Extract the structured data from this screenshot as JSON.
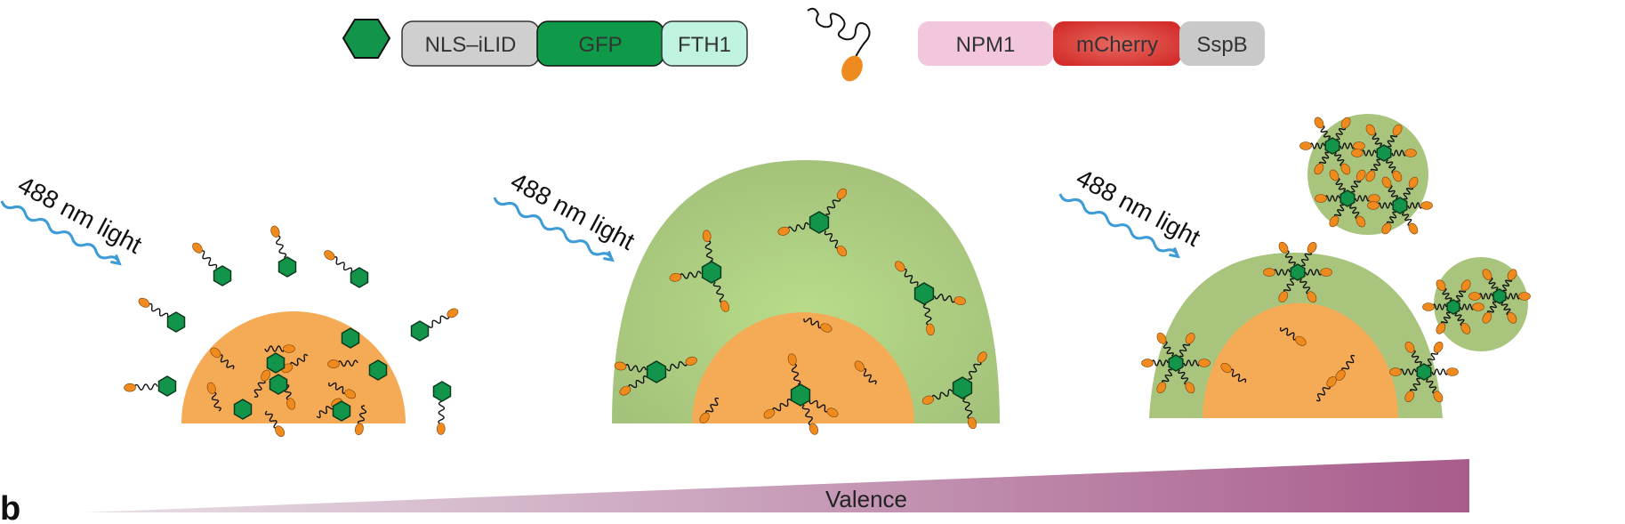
{
  "legend": {
    "construct_1": [
      "NLS–iLID",
      "GFP",
      "FTH1"
    ],
    "construct_2": [
      "NPM1",
      "mCherry",
      "SspB"
    ],
    "colors": {
      "nls_ilid": "#cfcfcf",
      "gfp": "#0e9a48",
      "fth1": "#bff2df",
      "npm1": "#f2c6dd",
      "mcherry": "#d9322e",
      "sspb": "#c9c9c9"
    },
    "icons": [
      "ferritin-core-hexagon-icon",
      "npm1-tail-oval-icon"
    ]
  },
  "panels": {
    "light_label": "488 nm light",
    "panel_letter": "b",
    "valence_label": "Valence"
  },
  "colors": {
    "condensate_orange": "#f5ab55",
    "shell_green": "#a9c47c",
    "hexagon_green": "#12944a",
    "light_blue": "#3d9bd6",
    "valence_purple": "#a85c8c"
  }
}
